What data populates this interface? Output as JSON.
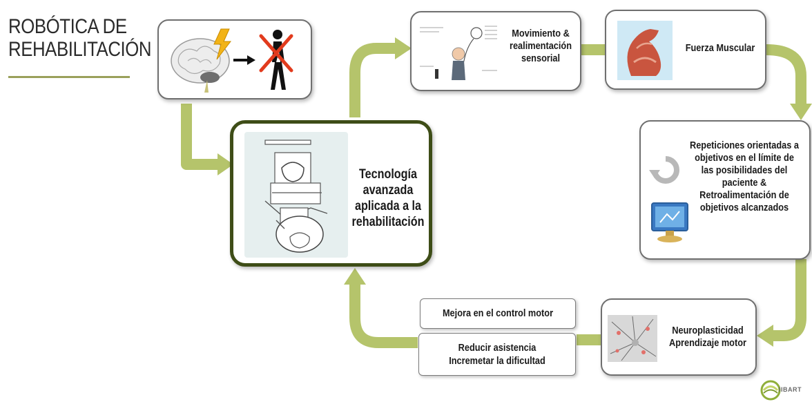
{
  "title_lines": [
    "ROBÓTICA DE",
    "REHABILITACIÓN"
  ],
  "colors": {
    "arrow": "#b5c46b",
    "central_border": "#3e4d17",
    "title_rule": "#9aa05a",
    "box_border": "#6f6f6f"
  },
  "nodes": {
    "central": {
      "lines": [
        "Tecnología",
        "avanzada",
        "aplicada a la",
        "rehabilitación"
      ]
    },
    "movement": {
      "lines": [
        "Movimiento &",
        "realimentación",
        "sensorial"
      ]
    },
    "muscle": {
      "lines": [
        "Fuerza Muscular"
      ]
    },
    "repetitions": {
      "lines": [
        "Repeticiones  orientadas a",
        "objetivos en el límite de",
        "las posibilidades del",
        "paciente &",
        "Retroalimentación de",
        "objetivos alcanzados"
      ]
    },
    "neuro": {
      "lines": [
        "Neuroplasticidad",
        "Aprendizaje motor"
      ]
    },
    "motor_control": {
      "lines": [
        "Mejora en el control motor"
      ]
    },
    "reduce": {
      "lines": [
        "Reducir asistencia",
        "Incremetar la dificultad"
      ]
    }
  },
  "icons": [
    "brain-lightning-icon",
    "arrow-right-icon",
    "crossed-walking-person-icon",
    "rehab-robot-illustration",
    "person-sensor-diagram",
    "arm-muscle-icon",
    "refresh-icon",
    "computer-monitor-icon",
    "neuron-image",
    "iibart-logo-icon"
  ],
  "logo": {
    "text": "IIBART"
  }
}
